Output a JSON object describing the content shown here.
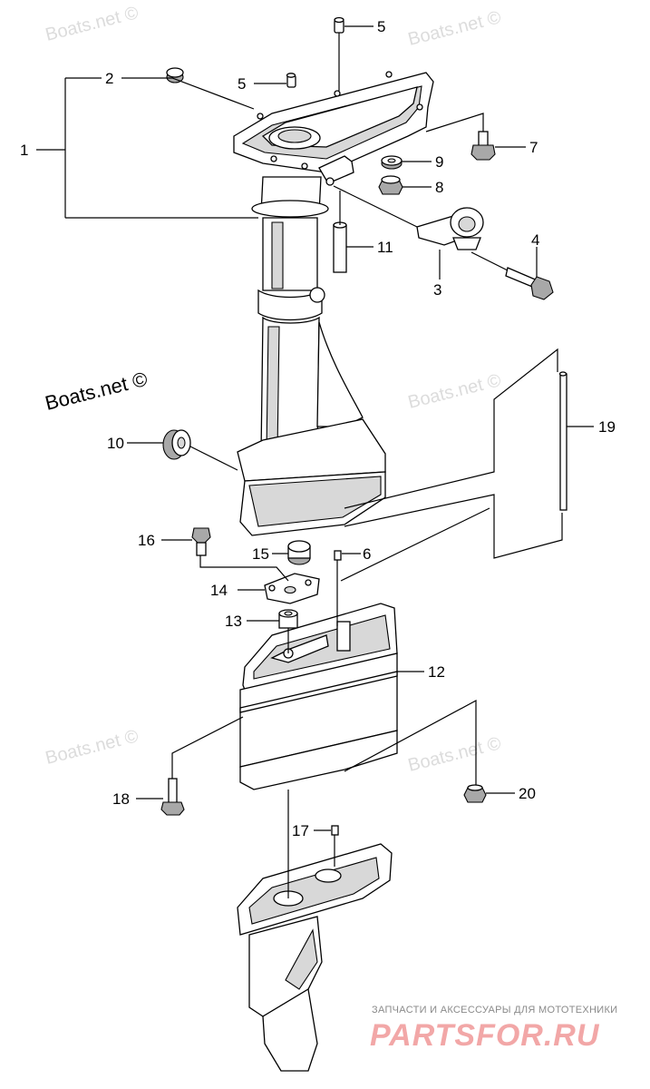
{
  "diagram": {
    "callouts": [
      "1",
      "2",
      "3",
      "4",
      "5",
      "5",
      "6",
      "7",
      "8",
      "9",
      "10",
      "11",
      "12",
      "13",
      "14",
      "15",
      "16",
      "17",
      "18",
      "19",
      "20"
    ]
  },
  "watermarks": {
    "faint": "Boats.net ©",
    "strong": "Boats.net ©"
  },
  "footer": {
    "tagline": "ЗАПЧАСТИ И АКСЕССУАРЫ ДЛЯ МОТОТЕХНИКИ",
    "brand": "PARTSFOR.RU"
  },
  "colors": {
    "line": "#000000",
    "watermark": "#dcdcdc",
    "brand": "#f2a7a7"
  }
}
